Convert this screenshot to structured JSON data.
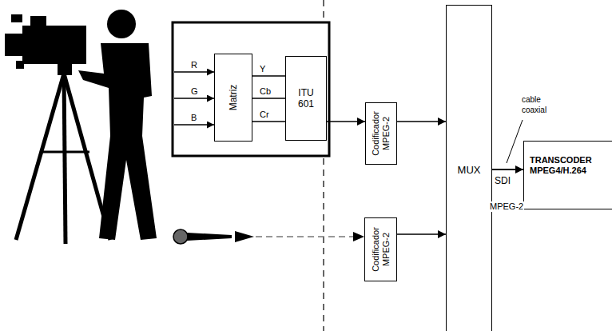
{
  "diagram": {
    "nodes": [
      {
        "text": [
          "Matriz"
        ]
      },
      {
        "text": [
          "ITU 601"
        ]
      },
      {
        "text": [
          "Codificador MPEG-2"
        ]
      },
      {
        "text": [
          "Codificador MPEG-2"
        ]
      },
      {
        "text": [
          "MUX"
        ]
      },
      {
        "text": [
          "TRANSCODER MPEG4/H.264"
        ]
      }
    ],
    "edges": [
      {
        "from": 0,
        "to": 1,
        "label": "Y",
        "arrow": "none"
      },
      {
        "from": 0,
        "to": 1,
        "label": "Cb",
        "arrow": "none"
      },
      {
        "from": 0,
        "to": 1,
        "label": "Cr",
        "arrow": "none"
      },
      {
        "from": 1,
        "to": 2,
        "arrow": "to"
      },
      {
        "from": 2,
        "to": 4,
        "arrow": "to"
      },
      {
        "from": 3,
        "to": 4,
        "arrow": "to"
      },
      {
        "from": 4,
        "to": 5,
        "label": "SDI",
        "arrow": "to"
      }
    ],
    "labels": [
      "R",
      "G",
      "B",
      "cable coaxial",
      "MPEG-2"
    ]
  }
}
